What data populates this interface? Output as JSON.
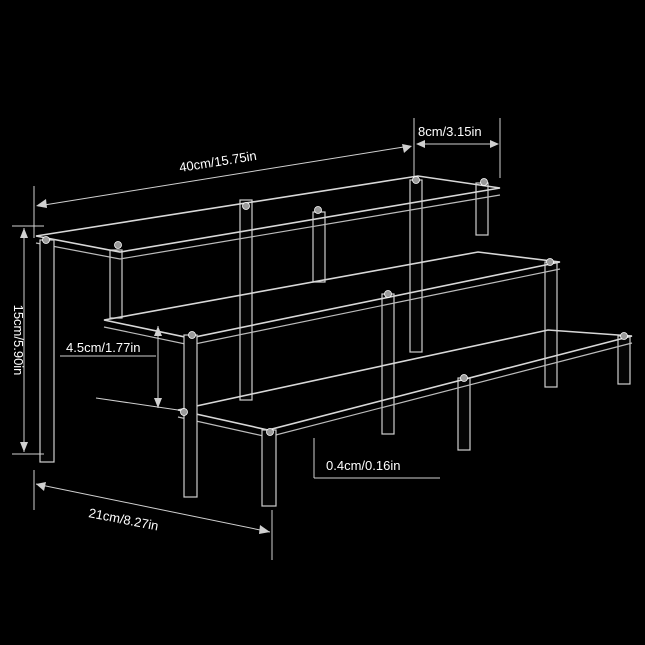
{
  "dimensions": {
    "width": "40cm/15.75in",
    "step_depth": "8cm/3.15in",
    "height": "15cm/5.90in",
    "riser_gap": "4.5cm/1.77in",
    "thickness": "0.4cm/0.16in",
    "depth": "21cm/8.27in"
  },
  "colors": {
    "background": "#000000",
    "acrylic_edge": "#d8d8d8",
    "dimension_line": "#d0d0d0",
    "label_text": "#ffffff"
  }
}
